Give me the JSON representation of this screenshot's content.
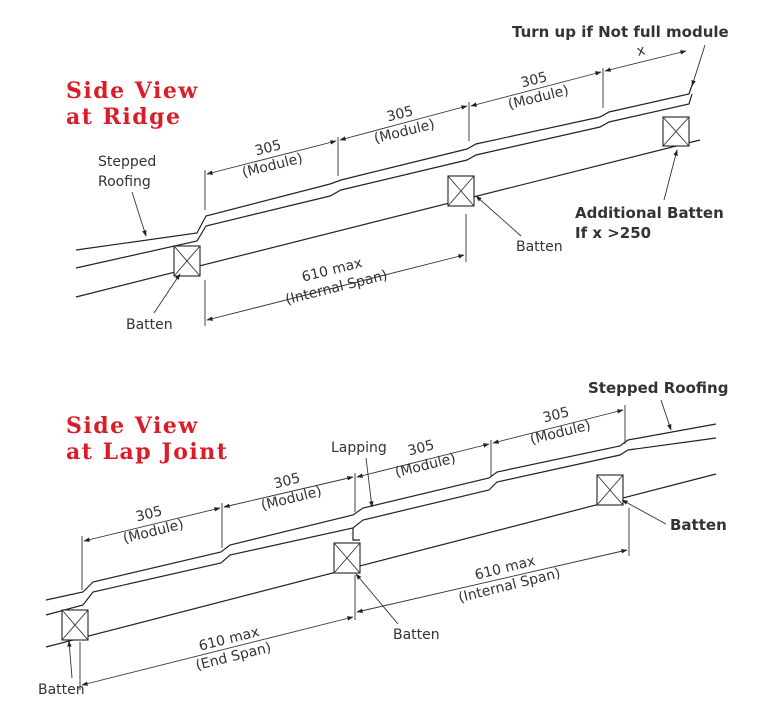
{
  "ridge": {
    "title_line1": "Side View",
    "title_line2": "at Ridge",
    "turn_up_note": "Turn up if Not full module",
    "x_label": "x",
    "module_value": "305",
    "module_label": "(Module)",
    "stepped_roofing_line1": "Stepped",
    "stepped_roofing_line2": "Roofing",
    "additional_batten_line1": "Additional Batten",
    "additional_batten_line2": "If x >250",
    "batten_label": "Batten",
    "span_value": "610 max",
    "span_label": "(Internal Span)"
  },
  "lap": {
    "title_line1": "Side View",
    "title_line2": "at Lap Joint",
    "stepped_roofing": "Stepped Roofing",
    "lapping": "Lapping",
    "module_value": "305",
    "module_label": "(Module)",
    "batten_label": "Batten",
    "internal_span_value": "610 max",
    "internal_span_label": "(Internal Span)",
    "end_span_value": "610 max",
    "end_span_label": "(End Span)"
  },
  "colors": {
    "title": "#d81e28",
    "line": "#222222",
    "text": "#333333"
  }
}
